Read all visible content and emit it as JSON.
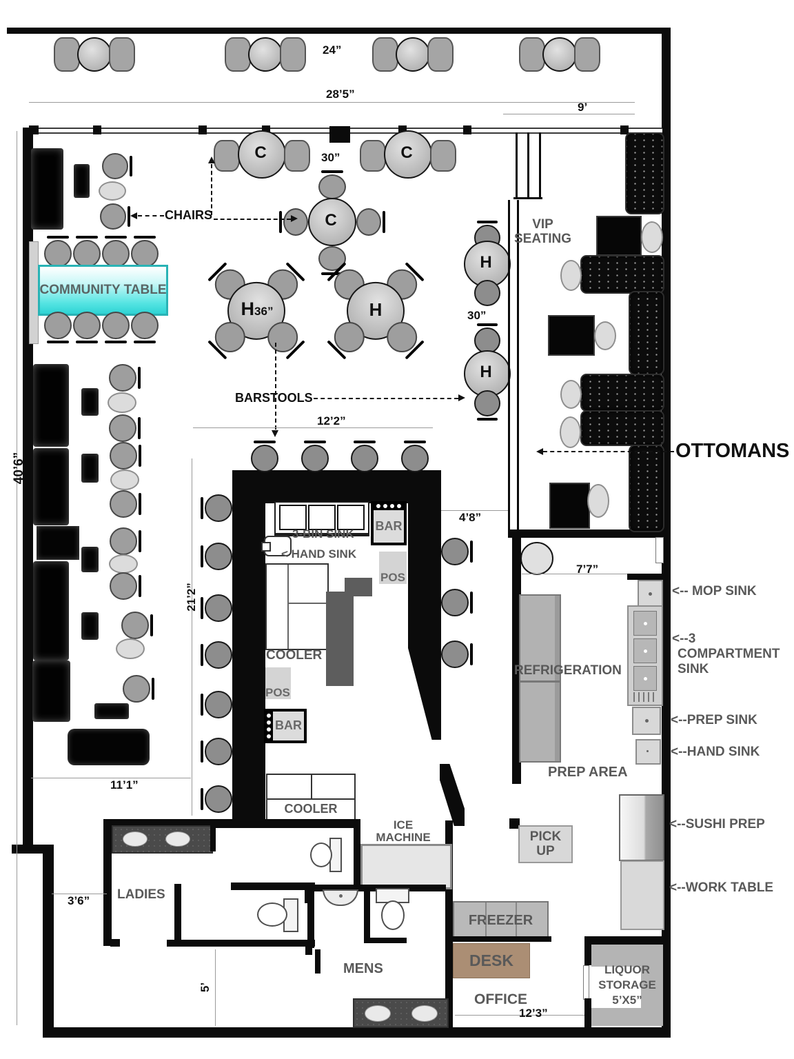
{
  "dimensions": {
    "patio_table": "24”",
    "patio_width": "28’5”",
    "patio_right": "9’",
    "table_top": "30”",
    "table_mid": "30”",
    "table_36": "36”",
    "bar_top_len": "12’2”",
    "bar_gap": "4’8”",
    "kitchen_width": "7’7”",
    "dining_length": "40’6”",
    "bar_run": "21’2”",
    "dining_width": "11’1”",
    "hall_width": "3’6”",
    "hall_length": "5’",
    "office_width": "12’3”"
  },
  "annotations": {
    "chairs": "CHAIRS",
    "barstools": "BARSTOOLS",
    "ottomans": "OTTOMANS"
  },
  "areas": {
    "vip_line1": "VIP",
    "vip_line2": "SEATING",
    "community_table": "COMMUNITY TABLE",
    "ladies": "LADIES",
    "mens": "MENS",
    "office": "OFFICE",
    "prep_area": "PREP AREA",
    "liquor_line1": "LIQUOR",
    "liquor_line2": "STORAGE",
    "liquor_line3": "5’X5”"
  },
  "equipment": {
    "bin_sink": "3-BIN SINK",
    "hand_sink_bar": "< HAND SINK",
    "bar": "BAR",
    "pos": "POS",
    "cooler": "COOLER",
    "ice_line1": "ICE",
    "ice_line2": "MACHINE",
    "freezer": "FREEZER",
    "desk": "DESK",
    "pickup_line1": "PICK",
    "pickup_line2": "UP",
    "refrigeration": "REFRIGERATION",
    "mop_sink": "<-- MOP SINK",
    "comp_sink_line1": "<--3",
    "comp_sink_line2": "COMPARTMENT",
    "comp_sink_line3": "SINK",
    "prep_sink": "<--PREP SINK",
    "hand_sink": "<--HAND SINK",
    "sushi_prep": "<--SUSHI PREP",
    "work_table": "<--WORK TABLE"
  },
  "table_letters": {
    "c": "C",
    "h": "H"
  },
  "colors": {
    "accent_cyan": "#3adedd",
    "desk_tan": "#ab8e74",
    "wall": "#0b0b0b"
  }
}
